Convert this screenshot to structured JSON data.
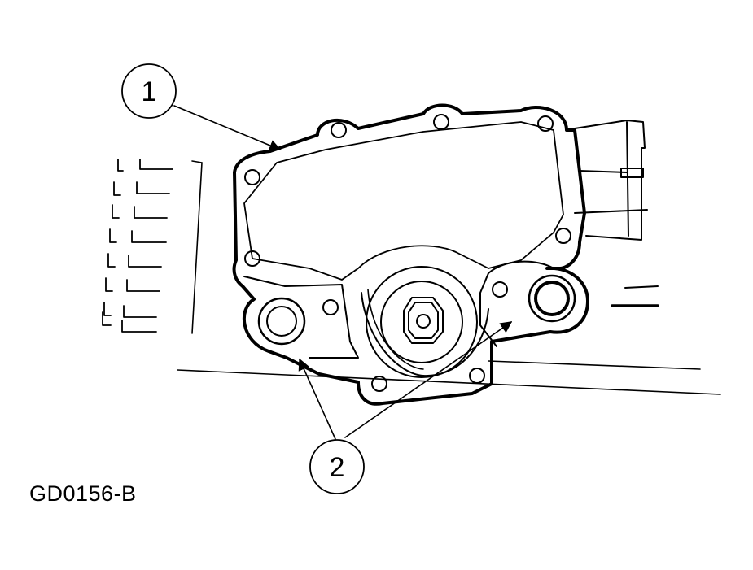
{
  "figure_id": "GD0156-B",
  "callouts": {
    "callout_1": "1",
    "callout_2": "2"
  }
}
